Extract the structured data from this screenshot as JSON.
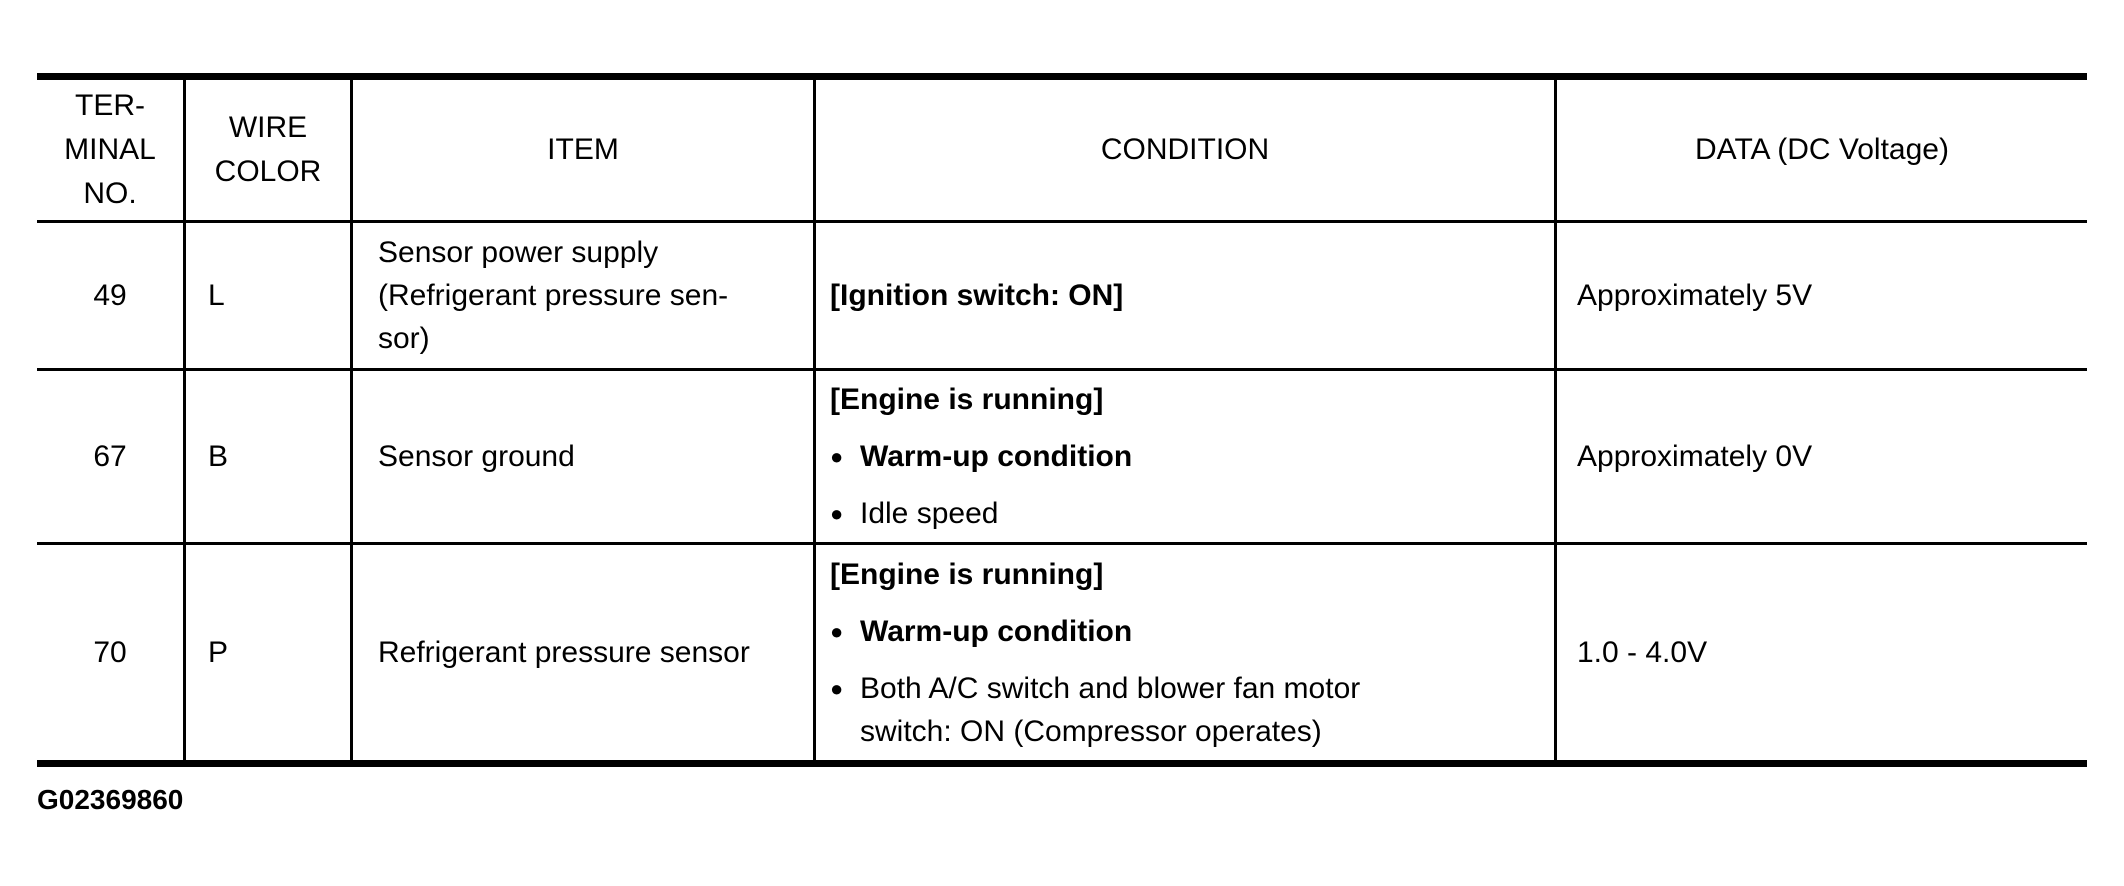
{
  "page": {
    "background": "#ffffff",
    "text_color": "#000000",
    "caption": "G02369860"
  },
  "table": {
    "bullet_char": "●",
    "headers": {
      "terminal": "TER-\nMINAL\nNO.",
      "wire_color": "WIRE\nCOLOR",
      "item": "ITEM",
      "condition": "CONDITION",
      "data": "DATA (DC Voltage)"
    },
    "rows": [
      {
        "terminal": "49",
        "wire_color": "L",
        "item": "Sensor power supply\n(Refrigerant pressure sen-\nsor)",
        "conditions": [
          {
            "text": "[Ignition switch: ON]",
            "weight": "bold",
            "bullet": false
          }
        ],
        "data": "Approximately 5V"
      },
      {
        "terminal": "67",
        "wire_color": "B",
        "item": "Sensor ground",
        "conditions": [
          {
            "text": "[Engine is running]",
            "weight": "bold",
            "bullet": false
          },
          {
            "text": "Warm-up condition",
            "weight": "bold",
            "bullet": true
          },
          {
            "text": "Idle speed",
            "weight": "normal",
            "bullet": true
          }
        ],
        "data": "Approximately 0V"
      },
      {
        "terminal": "70",
        "wire_color": "P",
        "item": "Refrigerant pressure sensor",
        "conditions": [
          {
            "text": "[Engine is running]",
            "weight": "bold",
            "bullet": false
          },
          {
            "text": "Warm-up condition",
            "weight": "bold",
            "bullet": true
          },
          {
            "text": "Both A/C switch and blower fan motor\nswitch: ON (Compressor operates)",
            "weight": "normal",
            "bullet": true
          }
        ],
        "data": "1.0 - 4.0V"
      }
    ]
  }
}
